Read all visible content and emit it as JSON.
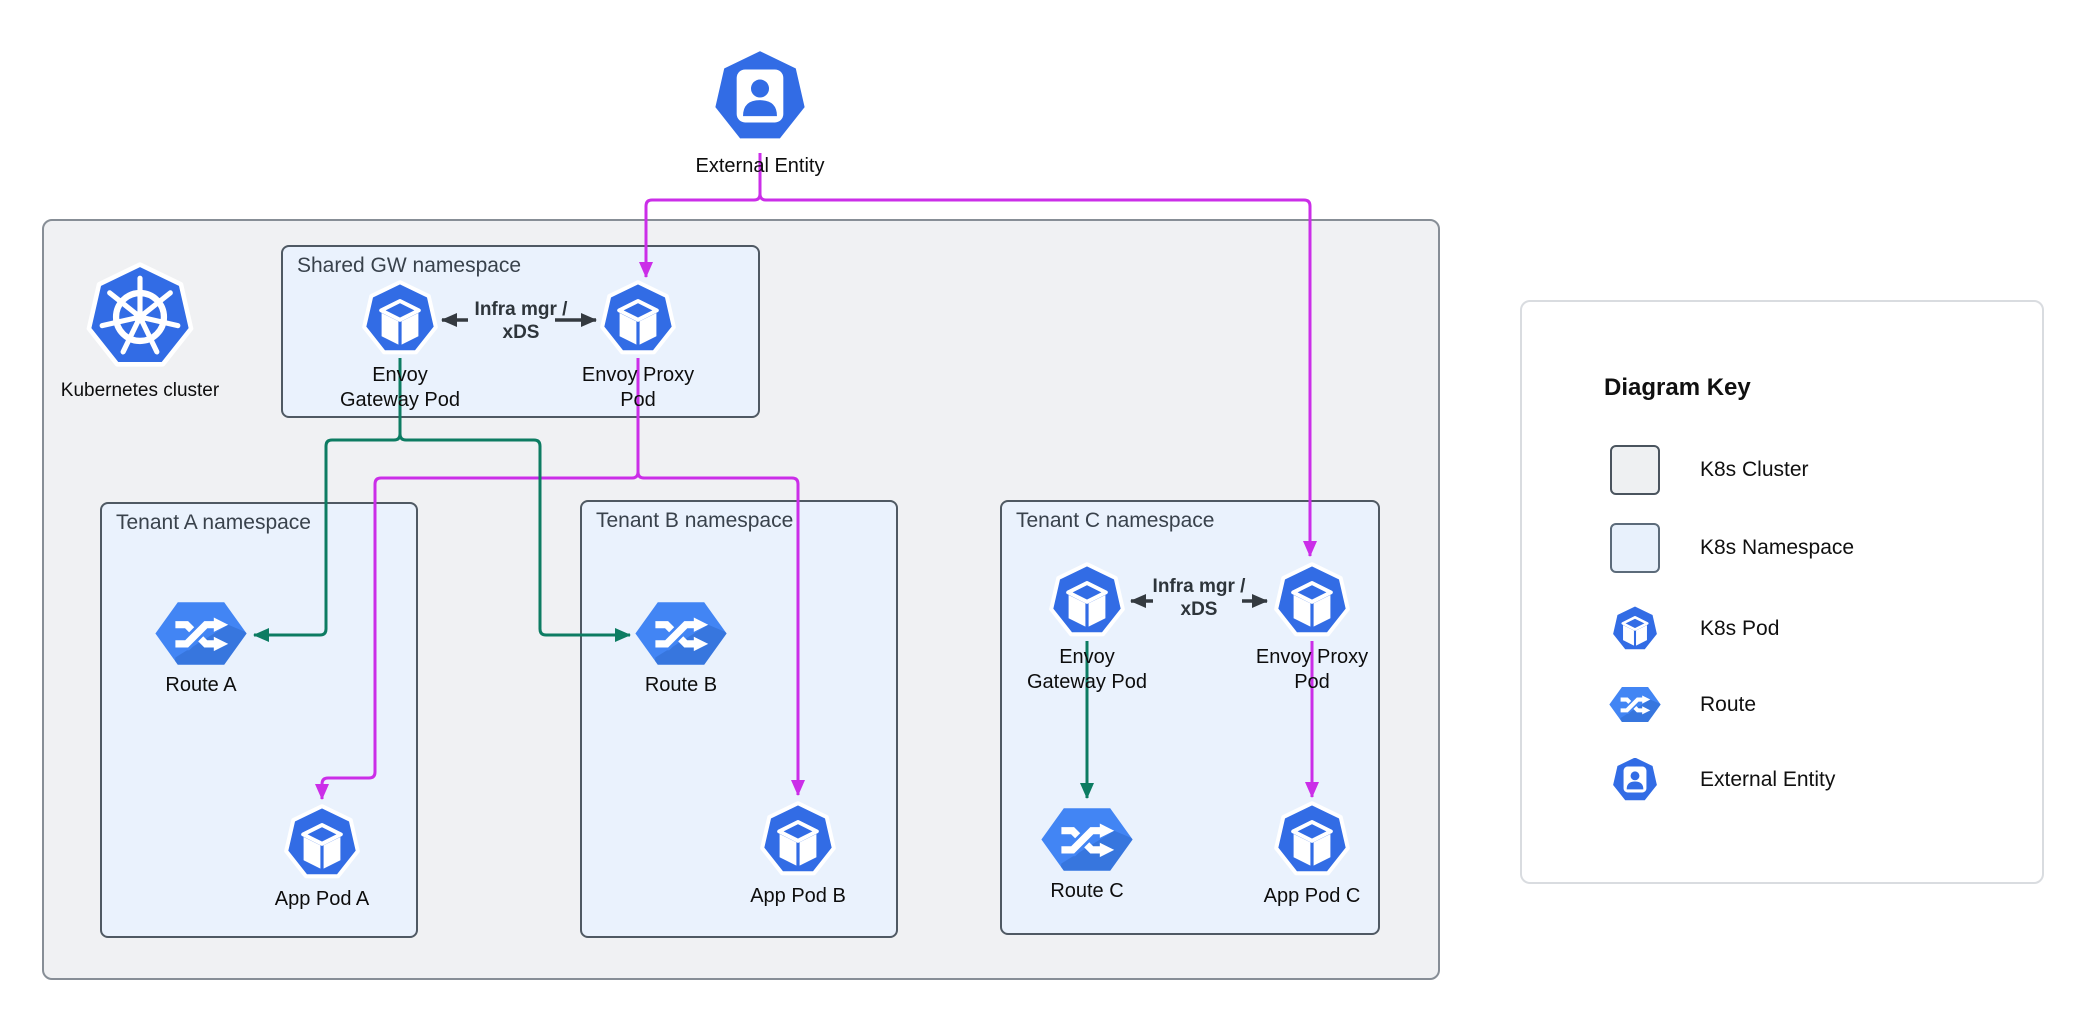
{
  "diagram": {
    "external_entity": {
      "label": "External Entity"
    },
    "cluster": {
      "label": "Kubernetes cluster",
      "shared_namespace": {
        "title": "Shared GW namespace",
        "gateway_pod_label": "Envoy\nGateway Pod",
        "proxy_pod_label": "Envoy Proxy\nPod",
        "edge_label": "Infra mgr /\nxDS"
      },
      "tenant_a": {
        "title": "Tenant A namespace",
        "route_label": "Route A",
        "app_pod_label": "App Pod A"
      },
      "tenant_b": {
        "title": "Tenant B namespace",
        "route_label": "Route B",
        "app_pod_label": "App Pod B"
      },
      "tenant_c": {
        "title": "Tenant C namespace",
        "gateway_pod_label": "Envoy\nGateway Pod",
        "proxy_pod_label": "Envoy Proxy\nPod",
        "edge_label": "Infra mgr /\nxDS",
        "route_label": "Route C",
        "app_pod_label": "App Pod C"
      }
    },
    "key": {
      "title": "Diagram Key",
      "items": [
        {
          "icon": "k8s-cluster-swatch",
          "label": "K8s Cluster"
        },
        {
          "icon": "k8s-namespace-swatch",
          "label": "K8s Namespace"
        },
        {
          "icon": "k8s-pod-icon",
          "label": "K8s Pod"
        },
        {
          "icon": "route-icon",
          "label": "Route"
        },
        {
          "icon": "external-entity-icon",
          "label": "External Entity"
        }
      ]
    },
    "colors": {
      "pod_blue": "#326ce5",
      "route_blue": "#4285f4",
      "traffic_magenta": "#cb2ee8",
      "control_green": "#0d7c62",
      "cluster_fill": "#f0f1f3",
      "namespace_fill": "#eaf2fd"
    }
  }
}
